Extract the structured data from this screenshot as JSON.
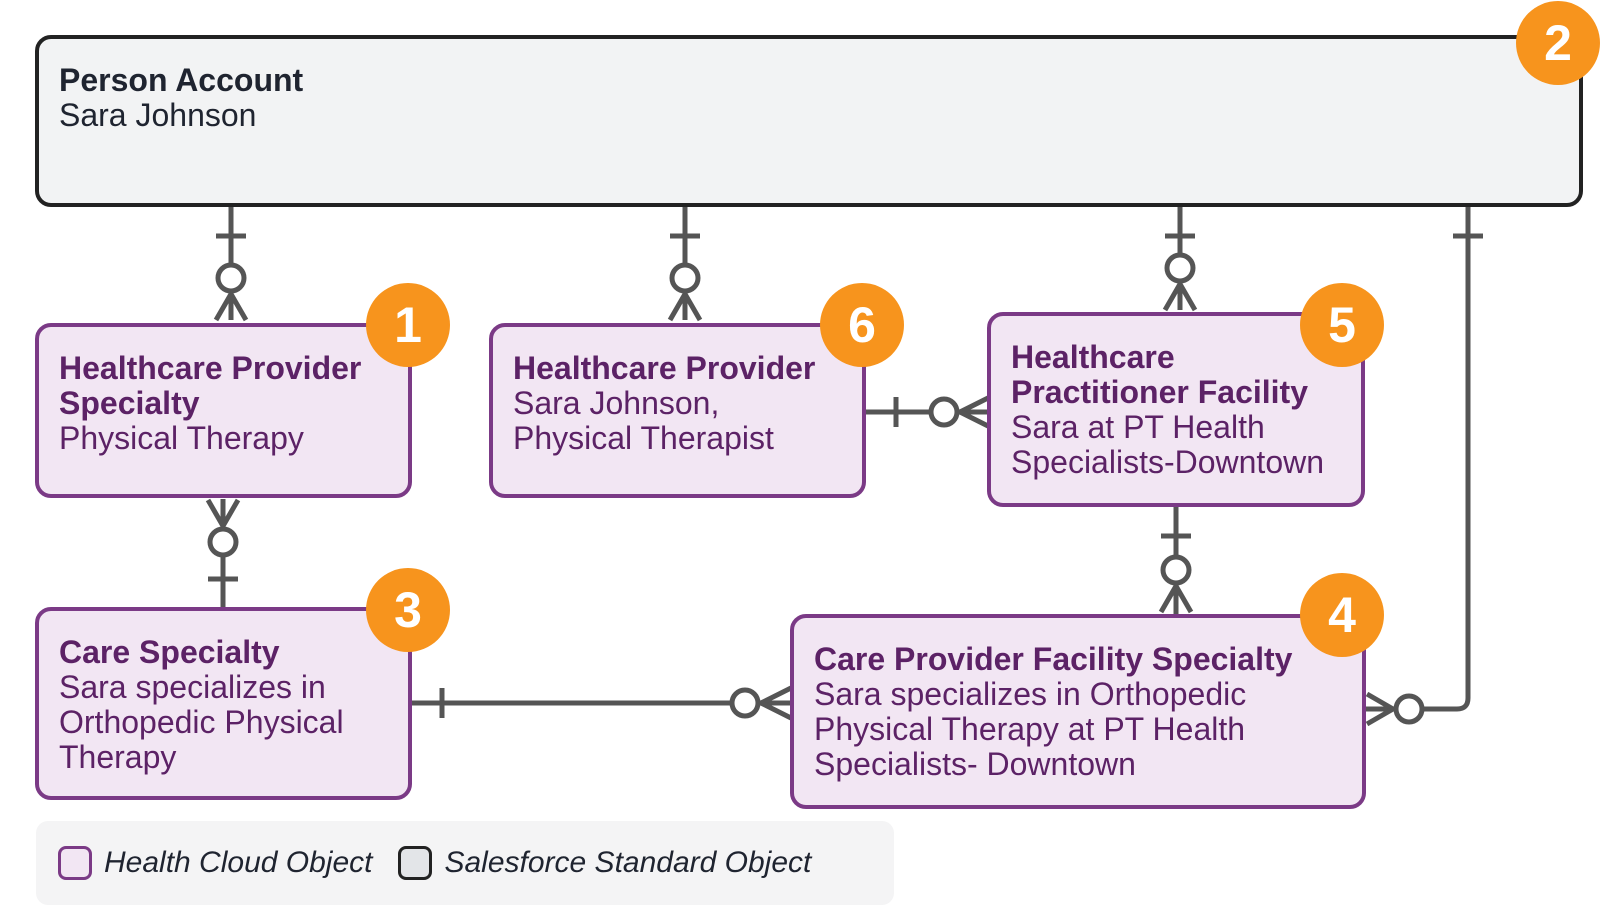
{
  "colors": {
    "health_cloud_border": "#7b3a86",
    "health_cloud_fill": "#f2e6f3",
    "standard_border": "#222222",
    "standard_fill": "#f2f3f4",
    "badge": "#f7941d",
    "connector": "#555555"
  },
  "nodes": {
    "person_account": {
      "title": "Person Account",
      "subtitle": "Sara Johnson",
      "badge": "2",
      "kind": "standard"
    },
    "hp_specialty": {
      "title": "Healthcare Provider Specialty",
      "subtitle": "Physical Therapy",
      "badge": "1",
      "kind": "health_cloud"
    },
    "hp": {
      "title": "Healthcare Provider",
      "subtitle": "Sara Johnson, Physical Therapist",
      "badge": "6",
      "kind": "health_cloud"
    },
    "hpf": {
      "title": "Healthcare Practitioner Facility",
      "subtitle": "Sara at PT Health Specialists-Downtown",
      "badge": "5",
      "kind": "health_cloud"
    },
    "care_specialty": {
      "title": "Care Specialty",
      "subtitle": "Sara specializes in Orthopedic Physical Therapy",
      "badge": "3",
      "kind": "health_cloud"
    },
    "cpfs": {
      "title": "Care Provider Facility Specialty",
      "subtitle": "Sara specializes in Orthopedic Physical Therapy at PT Health Specialists- Downtown",
      "badge": "4",
      "kind": "health_cloud"
    }
  },
  "relationships": [
    {
      "from": "person_account",
      "to": "hp_specialty",
      "from_end": "one",
      "to_end": "zero-or-many"
    },
    {
      "from": "person_account",
      "to": "hp",
      "from_end": "one",
      "to_end": "zero-or-many"
    },
    {
      "from": "person_account",
      "to": "hpf",
      "from_end": "one",
      "to_end": "zero-or-many"
    },
    {
      "from": "person_account",
      "to": "cpfs",
      "from_end": "one",
      "to_end": "zero-or-many"
    },
    {
      "from": "hp",
      "to": "hpf",
      "from_end": "one",
      "to_end": "zero-or-many"
    },
    {
      "from": "care_specialty",
      "to": "hp_specialty",
      "from_end": "one",
      "to_end": "zero-or-many"
    },
    {
      "from": "care_specialty",
      "to": "cpfs",
      "from_end": "one",
      "to_end": "zero-or-many"
    },
    {
      "from": "hpf",
      "to": "cpfs",
      "from_end": "one",
      "to_end": "zero-or-many"
    }
  ],
  "legend": {
    "health_cloud_label": "Health Cloud Object",
    "standard_label": "Salesforce Standard Object"
  }
}
